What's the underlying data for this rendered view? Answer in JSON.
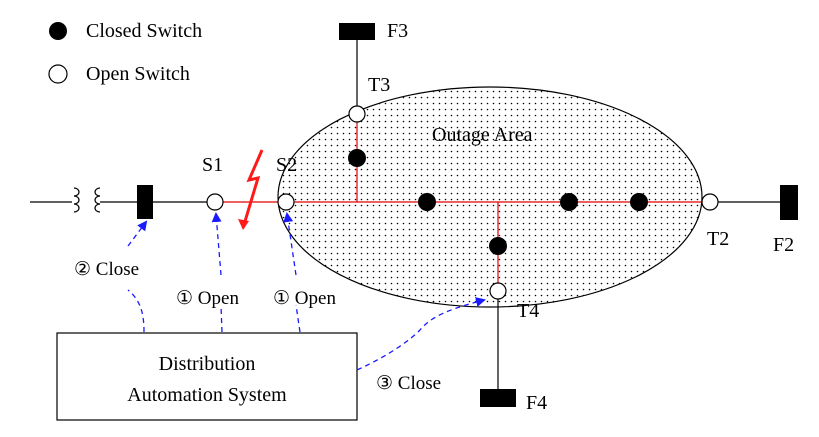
{
  "legend": {
    "closed_switch": "Closed Switch",
    "open_switch": "Open Switch"
  },
  "labels": {
    "outage_area": "Outage Area",
    "s1": "S1",
    "s2": "S2",
    "t2": "T2",
    "t3": "T3",
    "t4": "T4",
    "f2": "F2",
    "f3": "F3",
    "f4": "F4"
  },
  "das": {
    "line1": "Distribution",
    "line2": "Automation System"
  },
  "actions": {
    "close_source": "② Close",
    "open_s1": "① Open",
    "open_s2": "① Open",
    "close_t4": "③ Close"
  },
  "colors": {
    "line": "#000000",
    "energized_outage": "#e00000",
    "fault": "#ff1a1a",
    "control_arrow": "#1a1aff"
  }
}
